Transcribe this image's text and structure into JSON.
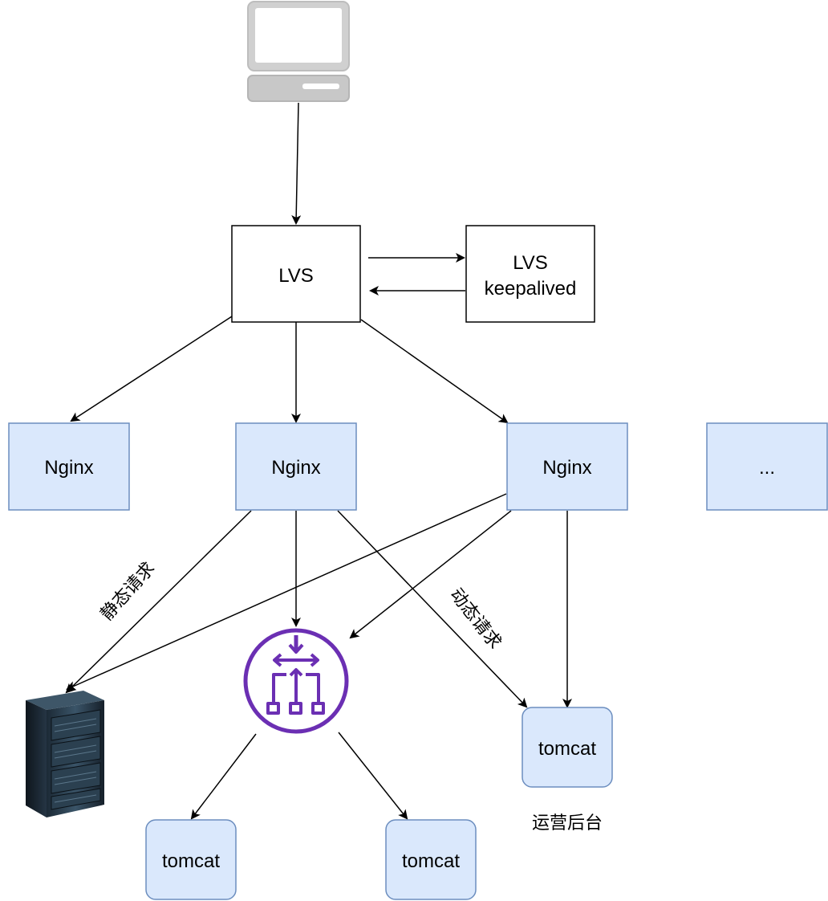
{
  "nodes": {
    "lvs": "LVS",
    "lvs_backup_line1": "LVS",
    "lvs_backup_line2": "keepalived",
    "nginx_1": "Nginx",
    "nginx_2": "Nginx",
    "nginx_3": "Nginx",
    "nginx_more": "...",
    "tomcat_admin": "tomcat",
    "tomcat_left": "tomcat",
    "tomcat_right": "tomcat"
  },
  "labels": {
    "static_request": "静态请求",
    "dynamic_request": "动态请求",
    "ops_backend": "运营后台"
  },
  "icons": {
    "client": "desktop-computer-icon",
    "load_balancer": "load-balancer-icon",
    "static_server": "server-rack-icon"
  },
  "colors": {
    "node_fill": "#dae8fc",
    "node_stroke": "#6c8ebf",
    "lvs_fill": "#ffffff",
    "lb_purple": "#6b2fb3"
  }
}
